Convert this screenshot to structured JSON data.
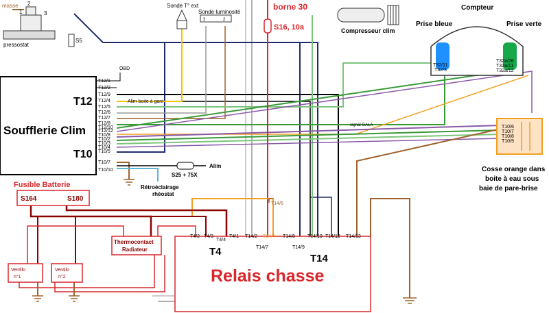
{
  "colors": {
    "brown": "#a0622d",
    "dark_red": "#8b0000",
    "red": "#d9262b",
    "navy": "#1f2a6b",
    "green": "#3a9a3a",
    "light_green": "#7cc47c",
    "orange": "#f0a020",
    "purple": "#8a5aa8",
    "gray": "#888888",
    "black": "#000000",
    "yellow": "#f5c400",
    "cyan": "#1aa0e6",
    "blue_prise": "#1e90ff",
    "green_prise": "#18a84a",
    "sky": "#5fb3d9"
  },
  "labels": {
    "masse": "masse",
    "pin1": "1",
    "pin2": "2",
    "pin3": "3",
    "pressostat": "pressostat",
    "s5": "S5",
    "sonde_ext": "Sonde T° ext",
    "sonde_lum": "Sonde luminosité",
    "sonde_lum_pin3": "3",
    "sonde_lum_pin2": "2",
    "borne30": "borne 30",
    "fuse_s16": "S16, 10a",
    "compresseur": "Compresseur clim",
    "compteur": "Compteur",
    "prise_bleue": "Prise bleue",
    "prise_verte": "Prise verte",
    "t32_11": "T32/11",
    "t32_3": "T32/3",
    "t32a_26": "T32a/26",
    "t32a_11": "T32a/11",
    "t32a_12": "T32a/12",
    "obd": "OBD",
    "t12_block": "T12",
    "soufflerie": "Soufflerie Clim",
    "t10_block": "T10",
    "alim_boite": "Alim boite à gant",
    "signal_gala": "signal GALA",
    "t10_6": "T10/6",
    "t10_7": "T10/7",
    "t10_8": "T10/8",
    "t10_9": "T10/9",
    "cosse_line1": "Cosse orange dans",
    "cosse_line2": "boite à eau sous",
    "cosse_line3": "baie de pare-brise",
    "s25": "S25 + 75X",
    "alim": "Alim",
    "retro_line1": "Rétroéclairage",
    "retro_line2": "rhéostat",
    "fusible_batterie": "Fusible Batterie",
    "s164": "S164",
    "s180": "S180",
    "thermo_line1": "Thermocontact",
    "thermo_line2": "Radiateur",
    "ventilo1_line1": "Ventilo",
    "ventilo1_line2": "n°1",
    "ventilo2_line1": "Ventilo",
    "ventilo2_line2": "n°2",
    "t14_6": "T14/6",
    "t4_block": "T4",
    "t14_block": "T14",
    "relais_chasse": "Relais chasse"
  },
  "soufflerie_pins": [
    "T12/1",
    "T12/2",
    "T12/9",
    "T12/4",
    "T12/5",
    "T12/6",
    "T12/7",
    "T12/8",
    "T12/10",
    "T12/12",
    "T10/8",
    "T10/2",
    "T10/3",
    "T10/4",
    "T10/5",
    "T10/7",
    "T10/10"
  ],
  "relais_pins": [
    "T4/2",
    "T4/3",
    "T4/4",
    "T4/1",
    "T14/2",
    "T14/4",
    "T14/7",
    "T14/8",
    "T14/9",
    "T14/10",
    "T14/12",
    "T14/13"
  ]
}
